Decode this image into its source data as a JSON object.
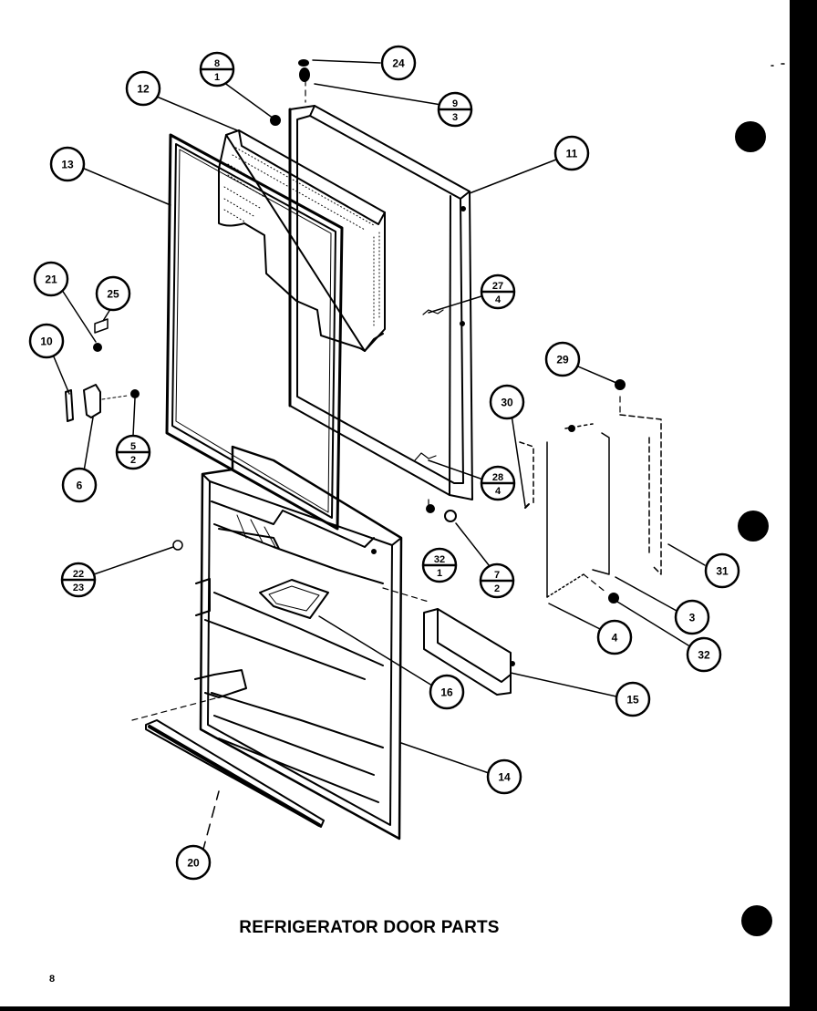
{
  "title": "REFRIGERATOR DOOR PARTS",
  "page_number": "8",
  "colors": {
    "background": "#000000",
    "paper": "#ffffff",
    "ink": "#000000"
  },
  "callouts": [
    {
      "id": "callout-24",
      "label": "24"
    },
    {
      "id": "callout-8-1",
      "top": "8",
      "bottom": "1"
    },
    {
      "id": "callout-12",
      "label": "12"
    },
    {
      "id": "callout-9-3",
      "top": "9",
      "bottom": "3"
    },
    {
      "id": "callout-11",
      "label": "11"
    },
    {
      "id": "callout-13",
      "label": "13"
    },
    {
      "id": "callout-21",
      "label": "21"
    },
    {
      "id": "callout-25",
      "label": "25"
    },
    {
      "id": "callout-27-4",
      "top": "27",
      "bottom": "4"
    },
    {
      "id": "callout-10",
      "label": "10"
    },
    {
      "id": "callout-29",
      "label": "29"
    },
    {
      "id": "callout-30",
      "label": "30"
    },
    {
      "id": "callout-5-2",
      "top": "5",
      "bottom": "2"
    },
    {
      "id": "callout-6",
      "label": "6"
    },
    {
      "id": "callout-28-4",
      "top": "28",
      "bottom": "4"
    },
    {
      "id": "callout-31",
      "label": "31"
    },
    {
      "id": "callout-22-23",
      "top": "22",
      "bottom": "23"
    },
    {
      "id": "callout-32-1",
      "top": "32",
      "bottom": "1"
    },
    {
      "id": "callout-7-2",
      "top": "7",
      "bottom": "2"
    },
    {
      "id": "callout-3",
      "label": "3"
    },
    {
      "id": "callout-4",
      "label": "4"
    },
    {
      "id": "callout-32",
      "label": "32"
    },
    {
      "id": "callout-16",
      "label": "16"
    },
    {
      "id": "callout-15",
      "label": "15"
    },
    {
      "id": "callout-14",
      "label": "14"
    },
    {
      "id": "callout-20",
      "label": "20"
    }
  ]
}
